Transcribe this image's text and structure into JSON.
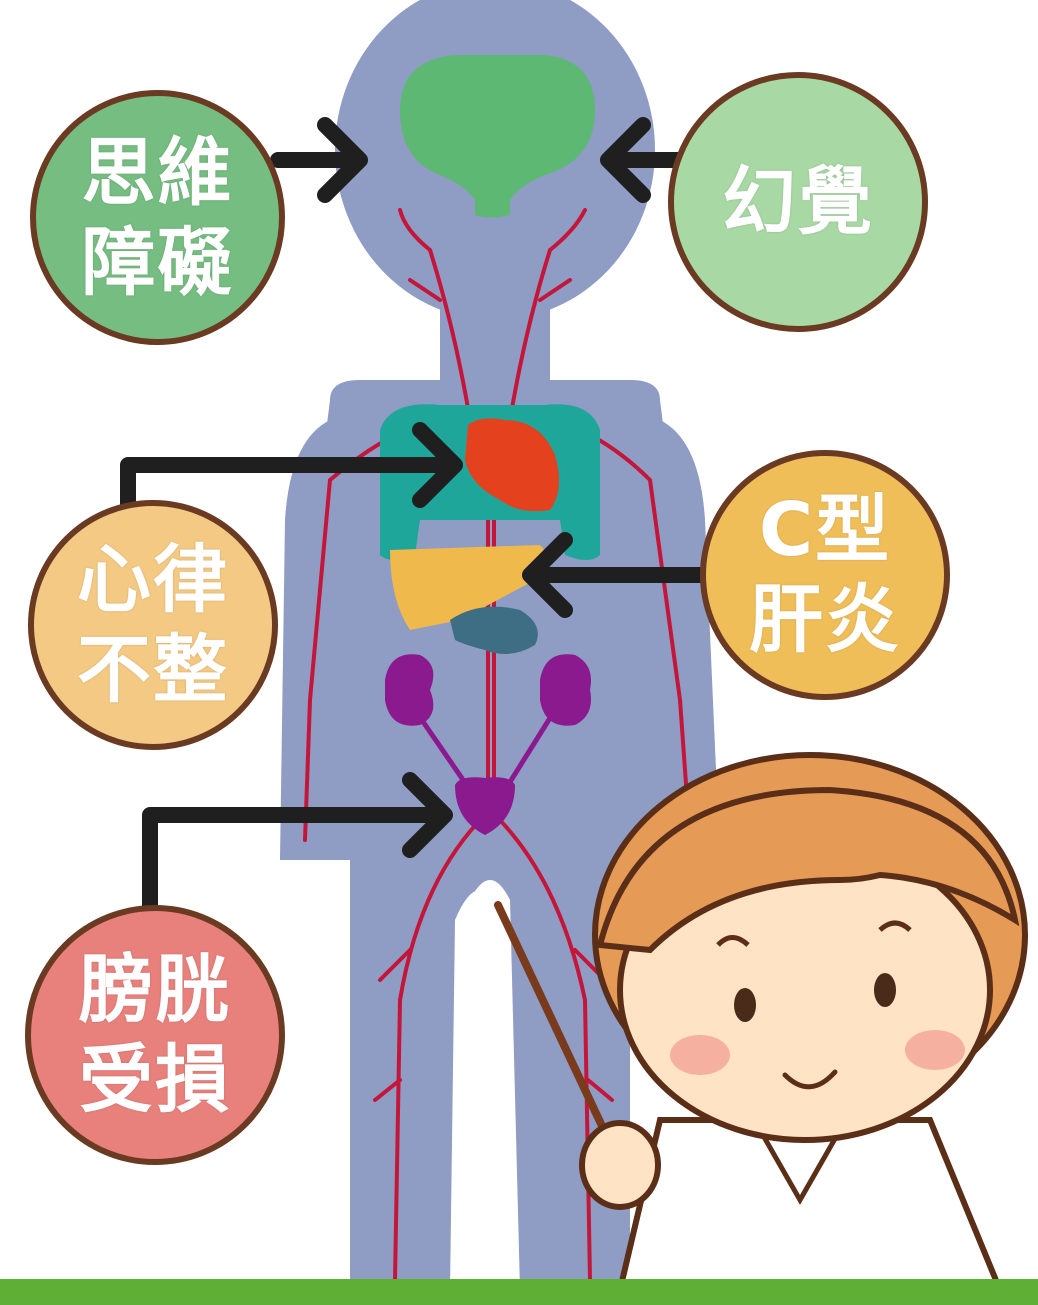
{
  "colors": {
    "body": "#8f9cc4",
    "brain": "#5db874",
    "lungs": "#1fa69b",
    "heart": "#e4421f",
    "liver": "#f0b94b",
    "stomach": "#3e6e83",
    "kidneys": "#8c1a8f",
    "vessels": "#c4163a",
    "arrow": "#1f1f1f",
    "bubble_border": "#6b3a22",
    "green_bar": "#5fae35"
  },
  "labels": {
    "thought_disorder": {
      "line1": "思維",
      "line2": "障礙",
      "color": "#76bd82"
    },
    "hallucination": {
      "line1": "幻覺",
      "color": "#a8d8a4"
    },
    "arrhythmia": {
      "line1": "心律",
      "line2": "不整",
      "color": "#f3c983"
    },
    "hepatitis_c": {
      "line1": "C型",
      "line2": "肝炎",
      "color": "#f0be58"
    },
    "bladder_damage": {
      "line1": "膀胱",
      "line2": "受損",
      "color": "#e8807c"
    }
  },
  "icons": [
    "brain-icon",
    "heart-icon",
    "lungs-icon",
    "liver-icon",
    "stomach-icon",
    "kidneys-icon",
    "bladder-icon",
    "doctor-character",
    "pointer-stick"
  ]
}
